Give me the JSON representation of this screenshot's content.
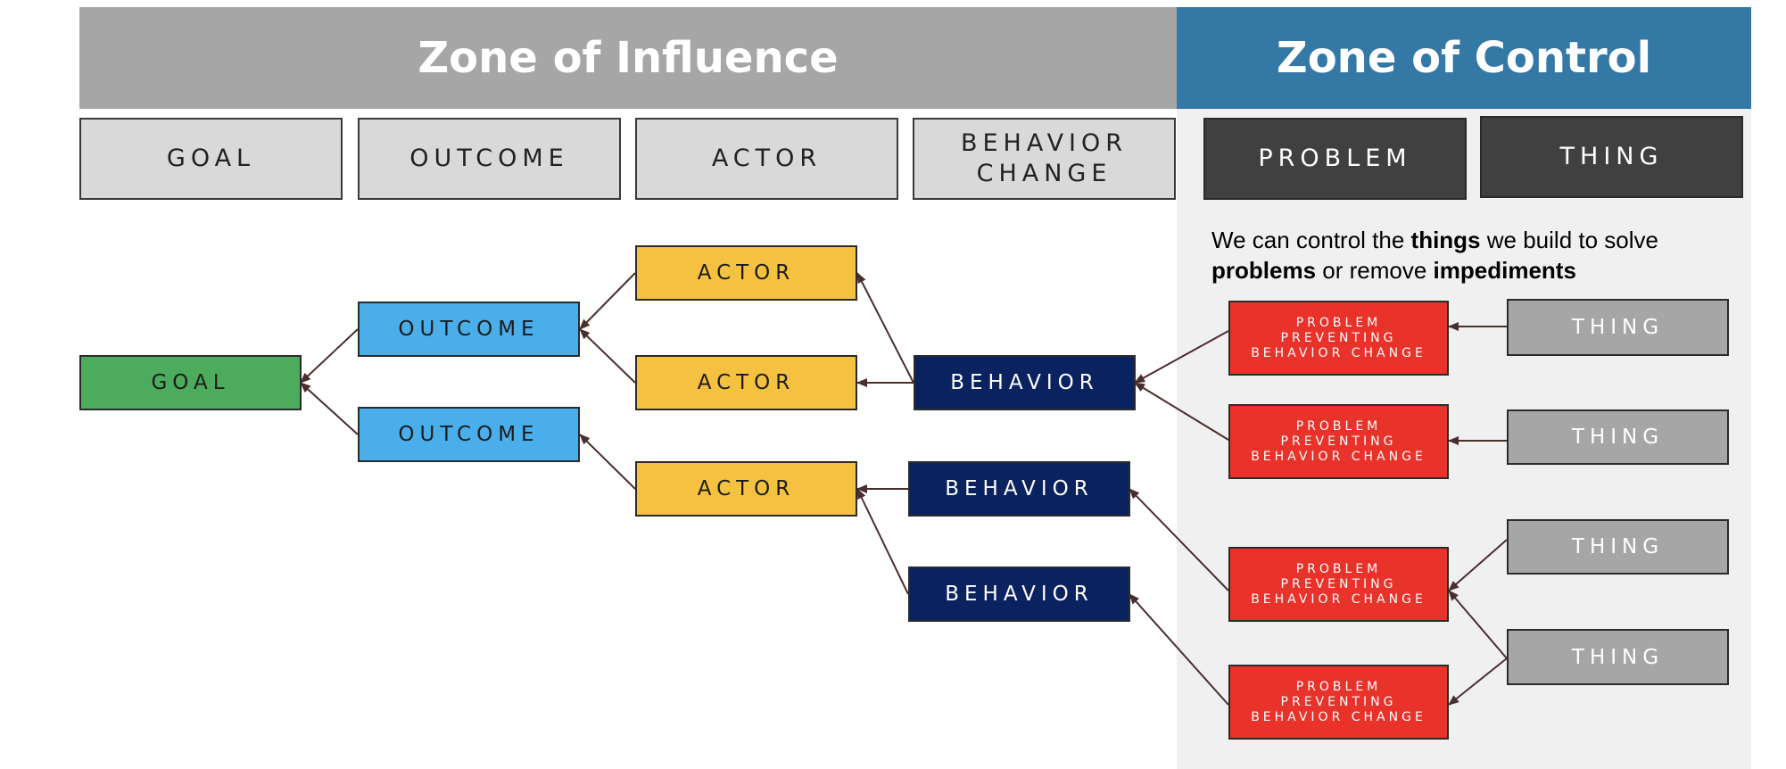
{
  "zones": {
    "influence": "Zone of Influence",
    "control": "Zone of Control"
  },
  "columns": {
    "goal": "GOAL",
    "outcome": "OUTCOME",
    "actor": "ACTOR",
    "behavior_change": "BEHAVIOR CHANGE",
    "problem": "PROBLEM",
    "thing": "THING"
  },
  "caption": {
    "part1": "We can control the ",
    "bold1": "things",
    "part2": " we build to solve ",
    "bold2": "problems",
    "part3": " or remove ",
    "bold3": "impediments"
  },
  "nodes": {
    "goal": "GOAL",
    "outcome_1": "OUTCOME",
    "outcome_2": "OUTCOME",
    "actor_1": "ACTOR",
    "actor_2": "ACTOR",
    "actor_3": "ACTOR",
    "behavior_1": "BEHAVIOR",
    "behavior_2": "BEHAVIOR",
    "behavior_3": "BEHAVIOR",
    "problem_1": "PROBLEM PREVENTING BEHAVIOR CHANGE",
    "problem_2": "PROBLEM PREVENTING BEHAVIOR CHANGE",
    "problem_3": "PROBLEM PREVENTING BEHAVIOR CHANGE",
    "problem_4": "PROBLEM PREVENTING BEHAVIOR CHANGE",
    "thing_1": "THING",
    "thing_2": "THING",
    "thing_3": "THING",
    "thing_4": "THING"
  },
  "colors": {
    "influence_zone": "#a6a6a6",
    "control_zone": "#3478a6",
    "goal": "#4cab5c",
    "outcome": "#4aaeea",
    "actor": "#f5c140",
    "behavior": "#0b2260",
    "problem": "#e8322a",
    "thing": "#a6a6a6",
    "arrow": "#4a2e2e"
  }
}
